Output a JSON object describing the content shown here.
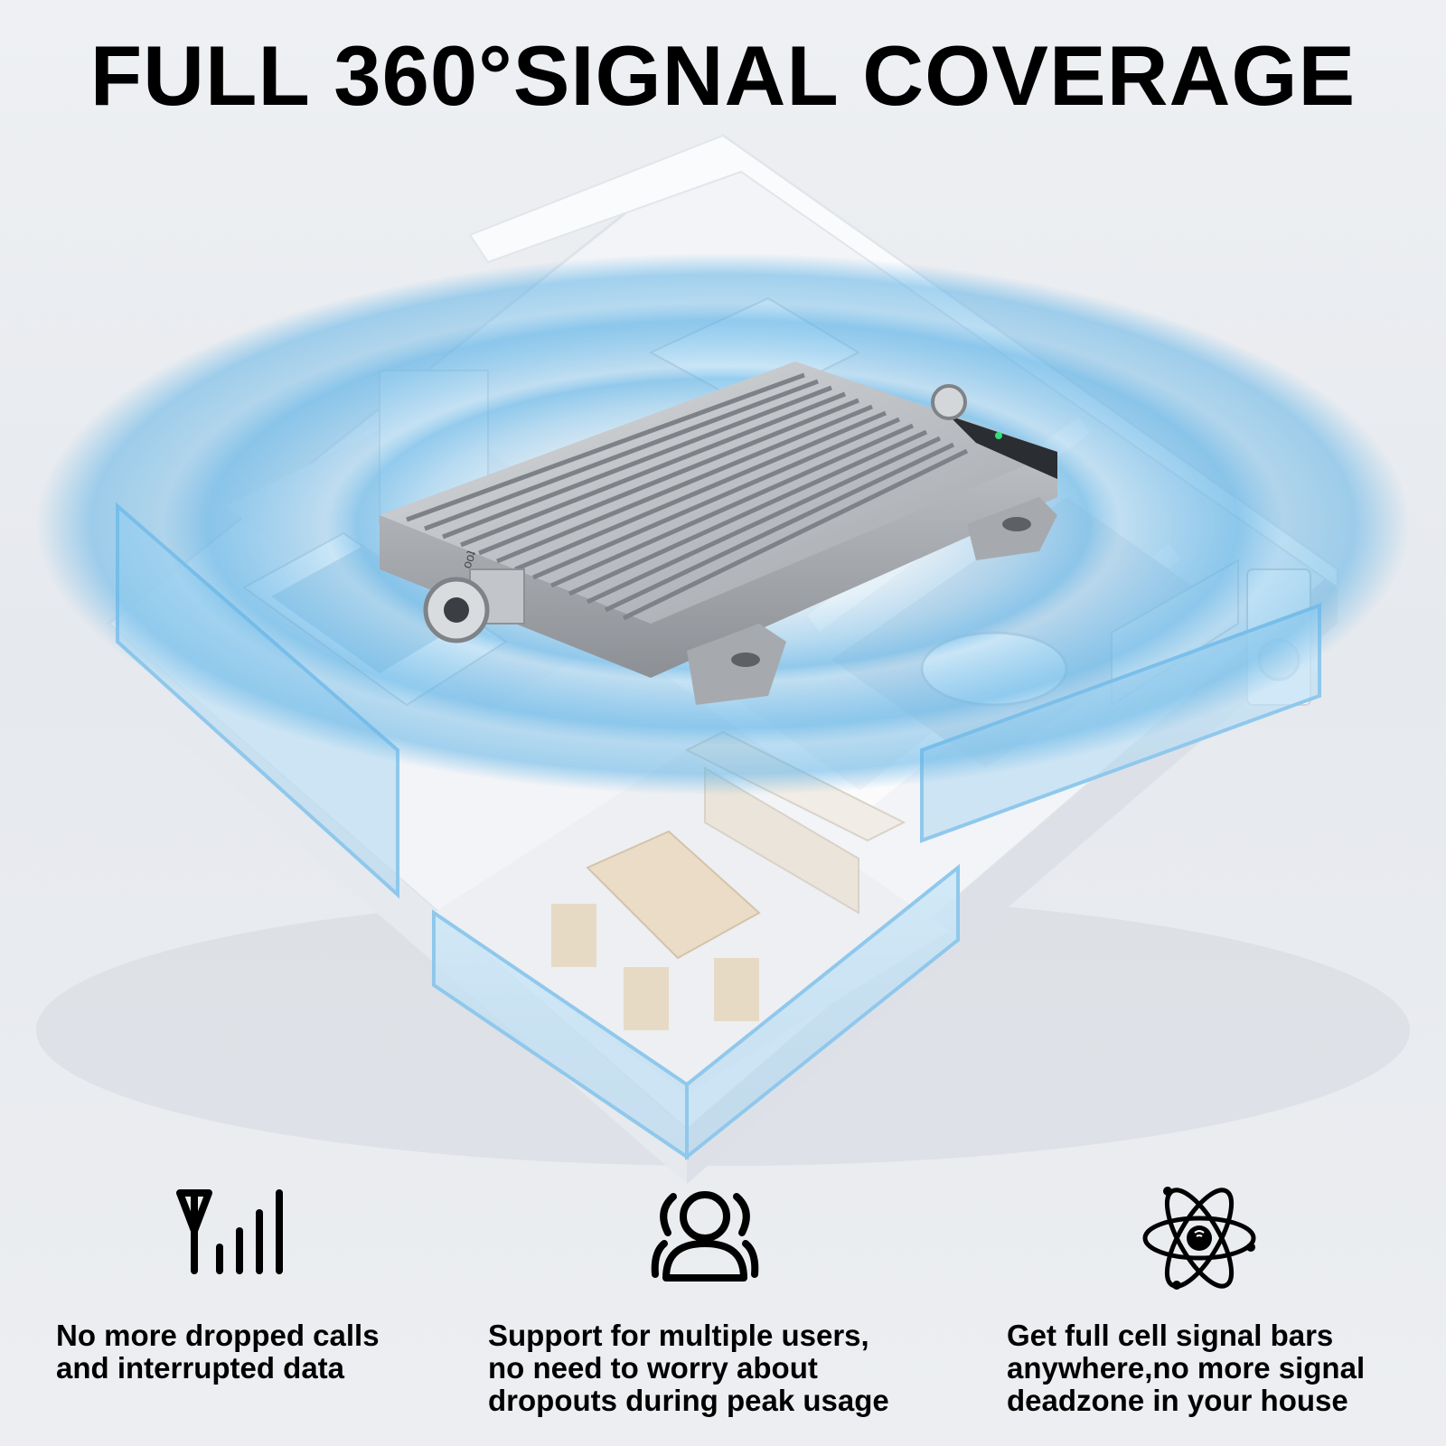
{
  "headline": "FULL 360°SIGNAL COVERAGE",
  "device_port_label": "ooʇ",
  "colors": {
    "signal_wave": "#5fb3e6",
    "wall": "#f7f8fa",
    "metal": "#b9bcc1",
    "text": "#000000"
  },
  "features": [
    {
      "icon": "antenna-signal-bars-icon",
      "text": "No more dropped calls\nand interrupted data"
    },
    {
      "icon": "group-users-icon",
      "text": "Support for multiple users,\nno need to worry about\ndropouts during peak usage"
    },
    {
      "icon": "atom-signal-icon",
      "text": "Get full cell signal bars\nanywhere,no more signal\ndeadzone in your house"
    }
  ]
}
